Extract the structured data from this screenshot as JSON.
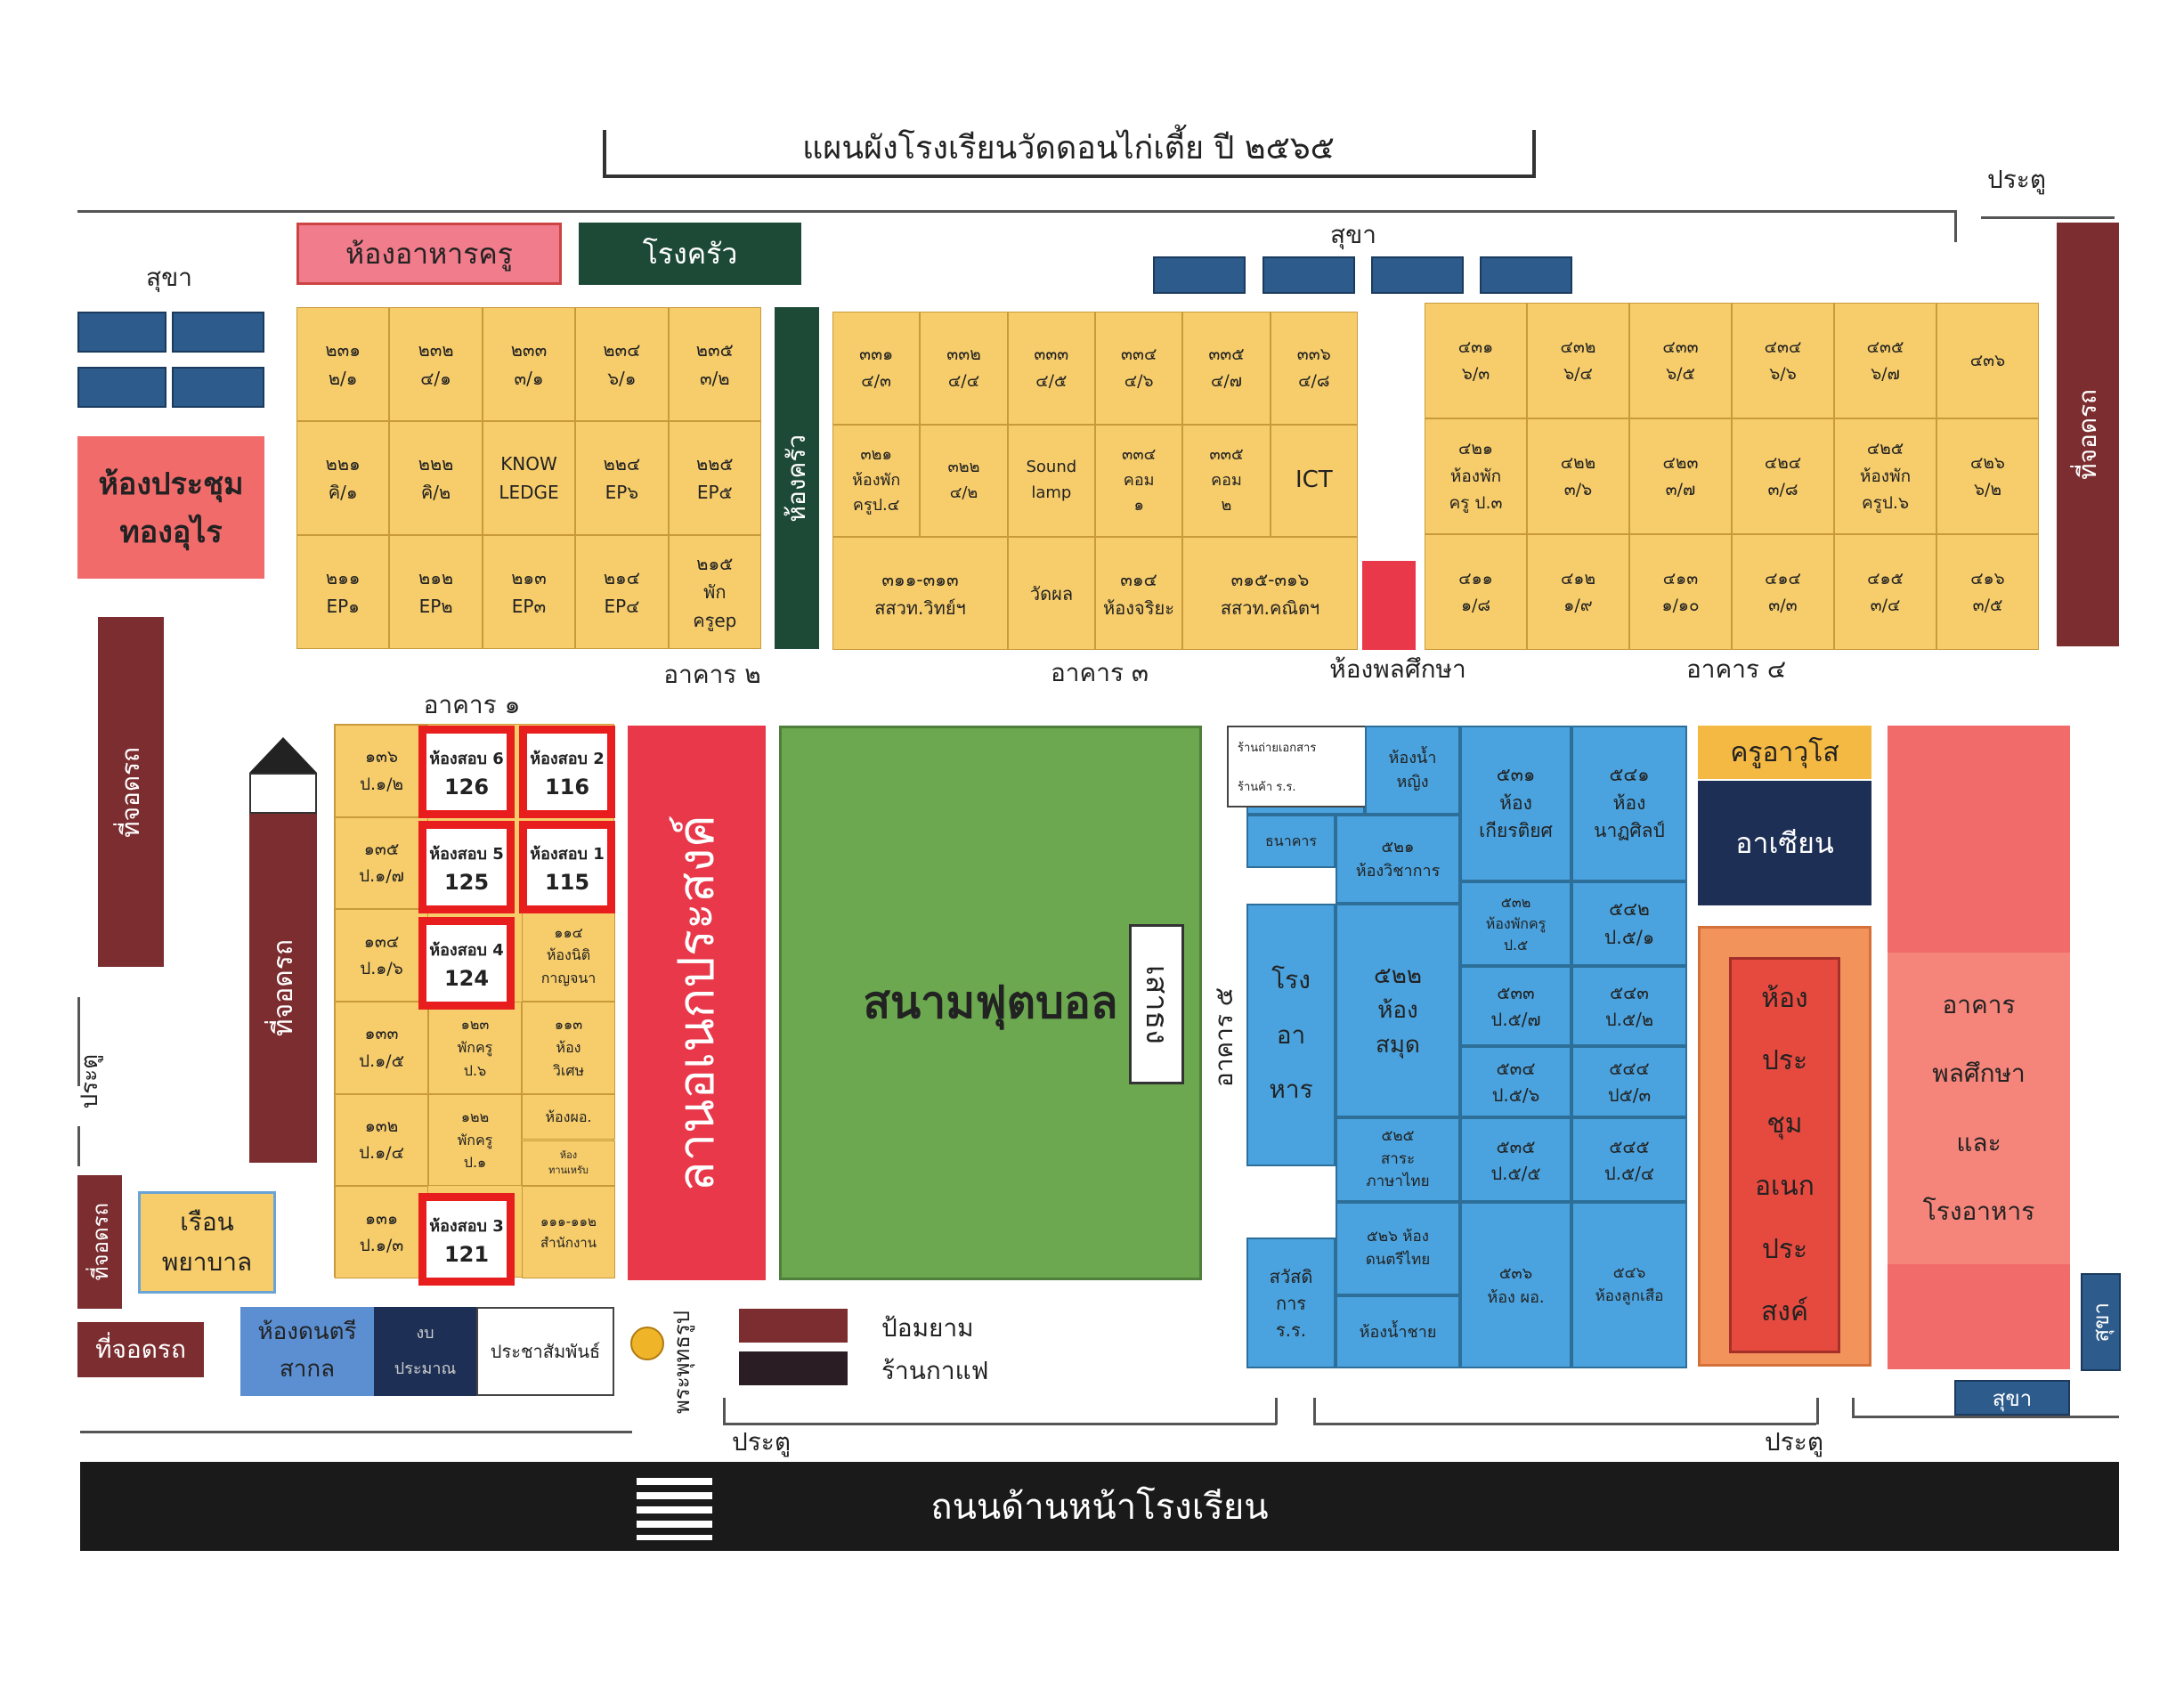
{
  "title": "แผนผังโรงเรียนวัดดอนไก่เตี้ย ปี ๒๕๖๕",
  "labels": {
    "gate": "ประตู",
    "toilet": "สุขา",
    "parking": "ที่จอดรถ",
    "teacher_dining": "ห้องอาหารครู",
    "kitchen": "โรงครัว",
    "kitchen_room": "ห้องครัว",
    "meeting_room_line1": "ห้องประชุม",
    "meeting_room_line2": "ทองอุไร",
    "building_1": "อาคาร ๑",
    "building_2": "อาคาร ๒",
    "building_3": "อาคาร ๓",
    "building_4": "อาคาร ๔",
    "building_5": "อาคาร ๕",
    "pe_room": "ห้องพลศึกษา",
    "football_field": "สนามฟุตบอล",
    "flagpole": "เสาธง",
    "courtyard": "ลานอเนกประสงค์",
    "nurse_line1": "เรือน",
    "nurse_line2": "พยาบาล",
    "music_line1": "ห้องดนตรี",
    "music_line2": "สากล",
    "budget_line1": "งบ",
    "budget_line2": "ประมาณ",
    "pr": "ประชาสัมพันธ์",
    "buddha": "พระพุทธรูป",
    "guard": "ป้อมยาม",
    "coffee": "ร้านกาแฟ",
    "road": "ถนนด้านหน้าโรงเรียน",
    "teacher_awuso": "ครูอาวุโส",
    "asean": "อาเซียน",
    "print_shop": "ร้านถ่ายเอกสาร",
    "coop_shop": "ร้านค้า ร.ร.",
    "bank": "ธนาคาร",
    "canteen": [
      "โรง",
      "อา",
      "หาร"
    ],
    "welfare": [
      "สวัสดิ",
      "การ",
      "ร.ร."
    ],
    "multi_hall": [
      "ห้อง",
      "ประ",
      "ชุม",
      "อเนก",
      "ประ",
      "สงค์"
    ],
    "pe_building": [
      "อาคาร",
      "พลศึกษา",
      "และ",
      "โรงอาหาร"
    ]
  },
  "building2_rooms": [
    [
      "๒๓๑",
      "๒/๑"
    ],
    [
      "๒๓๒",
      "๔/๑"
    ],
    [
      "๒๓๓",
      "๓/๑"
    ],
    [
      "๒๓๔",
      "๖/๑"
    ],
    [
      "๒๓๕",
      "๓/๒"
    ],
    [
      "๒๒๑",
      "คิ/๑"
    ],
    [
      "๒๒๒",
      "คิ/๒"
    ],
    [
      "KNOW",
      "LEDGE"
    ],
    [
      "๒๒๔",
      "EP๖"
    ],
    [
      "๒๒๕",
      "EP๕"
    ],
    [
      "๒๑๑",
      "EP๑"
    ],
    [
      "๒๑๒",
      "EP๒"
    ],
    [
      "๒๑๓",
      "EP๓"
    ],
    [
      "๒๑๔",
      "EP๔"
    ],
    [
      "๒๑๕",
      "พัก",
      "ครูep"
    ]
  ],
  "building3_top": [
    [
      "๓๓๑",
      "๔/๓"
    ],
    [
      "๓๓๒",
      "๔/๔"
    ],
    [
      "๓๓๓",
      "๔/๕"
    ],
    [
      "๓๓๔",
      "๔/๖"
    ],
    [
      "๓๓๕",
      "๔/๗"
    ],
    [
      "๓๓๖",
      "๔/๘"
    ]
  ],
  "building3_mid": [
    [
      "๓๒๑",
      "ห้องพัก",
      "ครูป.๔"
    ],
    [
      "๓๒๒",
      "๔/๒"
    ],
    [
      "Sound",
      "lamp"
    ],
    [
      "๓๓๔",
      "คอม",
      "๑"
    ],
    [
      "๓๓๕",
      "คอม",
      "๒"
    ],
    [
      "ICT"
    ]
  ],
  "building3_bottom": [
    [
      "๓๑๑-๓๑๓",
      "สสวท.วิทย์ฯ"
    ],
    [
      "วัดผล"
    ],
    [
      "๓๑๔",
      "ห้องจริยะ"
    ],
    [
      "๓๑๕-๓๑๖",
      "สสวท.คณิตฯ"
    ]
  ],
  "building4_rooms": [
    [
      "๔๓๑",
      "๖/๓"
    ],
    [
      "๔๓๒",
      "๖/๔"
    ],
    [
      "๔๓๓",
      "๖/๕"
    ],
    [
      "๔๓๔",
      "๖/๖"
    ],
    [
      "๔๓๕",
      "๖/๗"
    ],
    [
      "๔๓๖"
    ],
    [
      "๔๒๑",
      "ห้องพัก",
      "ครู ป.๓"
    ],
    [
      "๔๒๒",
      "๓/๖"
    ],
    [
      "๔๒๓",
      "๓/๗"
    ],
    [
      "๔๒๔",
      "๓/๘"
    ],
    [
      "๔๒๕",
      "ห้องพัก",
      "ครูป.๖"
    ],
    [
      "๔๒๖",
      "๖/๒"
    ],
    [
      "๔๑๑",
      "๑/๘"
    ],
    [
      "๔๑๒",
      "๑/๙"
    ],
    [
      "๔๑๓",
      "๑/๑๐"
    ],
    [
      "๔๑๔",
      "๓/๓"
    ],
    [
      "๔๑๕",
      "๓/๔"
    ],
    [
      "๔๑๖",
      "๓/๕"
    ]
  ],
  "building1_rooms": [
    [
      "๑๓๖",
      "ป.๑/๒"
    ],
    [
      "๑๓๕",
      "ป.๑/๗"
    ],
    [
      "๑๓๔",
      "ป.๑/๖"
    ],
    [
      "๑๓๓",
      "ป.๑/๕"
    ],
    [
      "๑๓๒",
      "ป.๑/๔"
    ],
    [
      "๑๓๑",
      "ป.๑/๓"
    ],
    [
      "๑๑๔",
      "ห้องนิติ",
      "กาญจนา"
    ],
    [
      "๑๒๓",
      "พักครู",
      "ป.๖"
    ],
    [
      "๑๑๓",
      "ห้อง",
      "วิเศษ"
    ],
    [
      "๑๒๒",
      "พักครู",
      "ป.๑"
    ],
    [
      "ห้องผอ."
    ],
    [
      "ห้อง",
      "ทานเหรับ"
    ],
    [
      "๑๑๑-๑๑๒",
      "สำนักงาน"
    ]
  ],
  "exam_rooms": [
    {
      "label": "ห้องสอบ 6",
      "number": "126"
    },
    {
      "label": "ห้องสอบ 2",
      "number": "116"
    },
    {
      "label": "ห้องสอบ 5",
      "number": "125"
    },
    {
      "label": "ห้องสอบ 1",
      "number": "115"
    },
    {
      "label": "ห้องสอบ 4",
      "number": "124"
    },
    {
      "label": "ห้องสอบ 3",
      "number": "121"
    }
  ],
  "building5_rooms": [
    [
      "ห้องน้ำ",
      "หญิง"
    ],
    [
      "๕๓๑",
      "ห้อง",
      "เกียรติยศ"
    ],
    [
      "๕๔๑",
      "ห้อง",
      "นาฏศิลป์"
    ],
    [
      "๕๒๑",
      "ห้องวิชาการ"
    ],
    [
      "๕๓๒",
      "ห้องพักครู",
      "ป.๕"
    ],
    [
      "๕๔๒",
      "ป.๕/๑"
    ],
    [
      "๕๒๒",
      "ห้อง",
      "สมุด"
    ],
    [
      "๕๓๓",
      "ป.๕/๗"
    ],
    [
      "๕๔๓",
      "ป.๕/๒"
    ],
    [
      "๕๓๔",
      "ป.๕/๖"
    ],
    [
      "๕๔๔",
      "ป๕/๓"
    ],
    [
      "๕๒๕",
      "สาระ",
      "ภาษาไทย"
    ],
    [
      "๕๓๕",
      "ป.๕/๕"
    ],
    [
      "๕๔๕",
      "ป.๕/๔"
    ],
    [
      "๕๒๖ ห้อง",
      "ดนตรีไทย"
    ],
    [
      "๕๓๖",
      "ห้อง ผอ."
    ],
    [
      "๕๔๖",
      "ห้องลูกเสือ"
    ],
    [
      "ห้องน้ำชาย"
    ]
  ],
  "colors": {
    "classroom": "#f7cd6b",
    "exam_border": "#e81e1e",
    "building5": "#4aa3df",
    "toilet": "#2d5b8c",
    "parking": "#7b2d2f",
    "courtyard": "#e8384a",
    "field": "#6ba84f",
    "kitchen": "#1d4a36",
    "road": "#1a1a1a"
  }
}
